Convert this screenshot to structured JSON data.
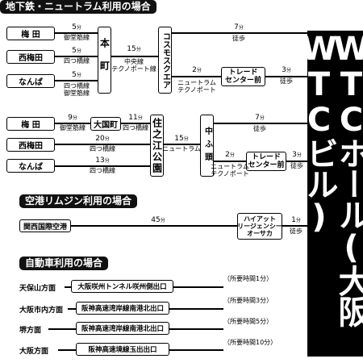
{
  "sections": {
    "subway": "地下鉄・ニュートラム利用の場合",
    "limousine": "空港リムジン利用の場合",
    "car": "自動車利用の場合"
  },
  "banner": "WTCホール(大阪WTCビル)",
  "route1": {
    "umeda": "梅 田",
    "nishiumeda": "西梅田",
    "namba": "なんば",
    "hommachi": "本町",
    "cosmosquare": "コスモスクエア",
    "trade": "トレード\nセンター前",
    "seg_umeda_min": "5",
    "seg_umeda_line": "御堂筋線",
    "seg_nishi_min": "5",
    "seg_nishi_line": "四つ橋線",
    "seg_namba_min": "5",
    "seg_namba_line": "四つ橋線\n御堂筋線",
    "seg_cosmo_min": "15",
    "seg_cosmo_line": "中央線\nテクノポート線",
    "seg_walk_min": "7",
    "seg_walk_line": "徒歩",
    "seg_trade_min": "2",
    "seg_trade_line": "ニュートラム\nテクノポート",
    "seg_final_min": "3",
    "seg_final_line": "徒歩"
  },
  "route2": {
    "umeda": "梅 田",
    "nishiumeda": "西梅田",
    "namba": "なんば",
    "daikokucho": "大国町",
    "suminoe": "住之江公園",
    "nakafuto": "中ふ頭",
    "trade": "トレード\nセンター前",
    "seg_umeda_min": "9",
    "seg_umeda_line": "御堂筋線",
    "seg_daikoku_min": "11",
    "seg_daikoku_line": "四つ橋線",
    "seg_nishi_min": "20",
    "seg_nishi_line": "四つ橋線",
    "seg_namba_min": "13",
    "seg_namba_line": "四つ橋線",
    "seg_sumi_min": "15",
    "seg_sumi_line": "ニュートラム",
    "seg_walk_min": "7",
    "seg_walk_line": "徒歩",
    "seg_trade_min": "2",
    "seg_trade_line": "ニュートラム\nテクノポート",
    "seg_final_min": "3",
    "seg_final_line": "徒歩"
  },
  "route3": {
    "airport": "関西国際空港",
    "hotel": "ハイアット\nリージェンシー\nオーサカ",
    "seg_min": "45",
    "seg_final_min": "1",
    "seg_final_line": "徒歩"
  },
  "minute_unit": "分",
  "car": {
    "rows": [
      {
        "from": "天保山方面",
        "exit": "大阪咲州トンネル咲州側出口",
        "time": "（所要時間1分）"
      },
      {
        "from": "大阪市内方面",
        "exit": "阪神高速湾岸線南港北出口",
        "time": "（所要時間3分）"
      },
      {
        "from": "堺方面",
        "exit": "阪神高速湾岸線南港北出口",
        "time": "（所要時間5分）"
      },
      {
        "from": "大阪方面",
        "exit": "阪神高速境線玉出出口",
        "time": "（所要時間10分）"
      }
    ]
  }
}
